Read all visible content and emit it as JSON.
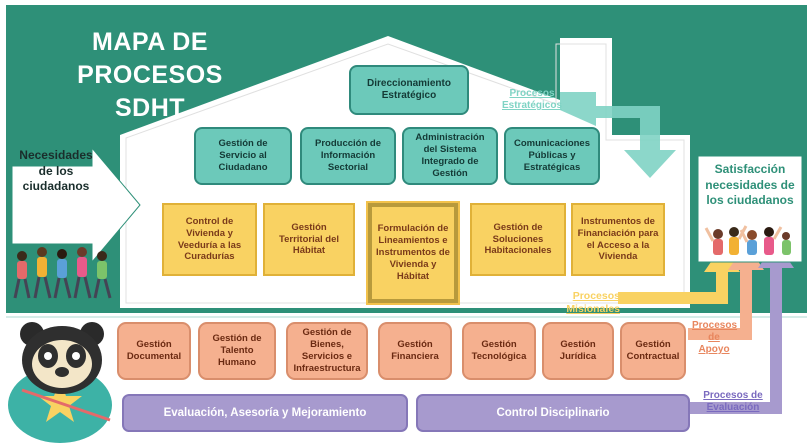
{
  "title": {
    "line1": "MAPA DE",
    "line2": "PROCESOS SDHT"
  },
  "colors": {
    "background": "#2e9078",
    "house": "#ffffff",
    "strategic": "#6cc9ba",
    "missional": "#f9d262",
    "support": "#f5b08f",
    "evaluation": "#a79ace"
  },
  "input_label": {
    "line1": "Necesidades",
    "line2": "de los",
    "line3": "ciudadanos"
  },
  "output_label": {
    "line1": "Satisfacción",
    "line2": "necesidades de",
    "line3": "los ciudadanos"
  },
  "strategic": {
    "label": {
      "line1": "Procesos",
      "line2": "Estratégicos"
    },
    "top": "Direccionamiento Estratégico",
    "items": [
      "Gestión de Servicio al Ciudadano",
      "Producción de Información Sectorial",
      "Administración del Sistema Integrado de Gestión",
      "Comunicaciones Públicas y Estratégicas"
    ]
  },
  "missional": {
    "label": "Procesos Misionales",
    "items": [
      "Control de Vivienda y Veeduría a las Curadurías",
      "Gestión Territorial del Hábitat",
      "Formulación de Lineamientos e Instrumentos de Vivienda y Hábitat",
      "Gestión de Soluciones Habitacionales",
      "Instrumentos de Financiación para el Acceso a la Vivienda"
    ]
  },
  "support": {
    "label": {
      "line1": "Procesos",
      "line2": "de Apoyo"
    },
    "items": [
      "Gestión Documental",
      "Gestión de Talento Humano",
      "Gestión de Bienes, Servicios e Infraestructura",
      "Gestión Financiera",
      "Gestión Tecnológica",
      "Gestión Jurídica",
      "Gestión Contractual"
    ]
  },
  "evaluation": {
    "label": {
      "line1": "Procesos de",
      "line2": "Evaluación"
    },
    "items": [
      "Evaluación, Asesoría y Mejoramiento",
      "Control Disciplinario"
    ]
  }
}
